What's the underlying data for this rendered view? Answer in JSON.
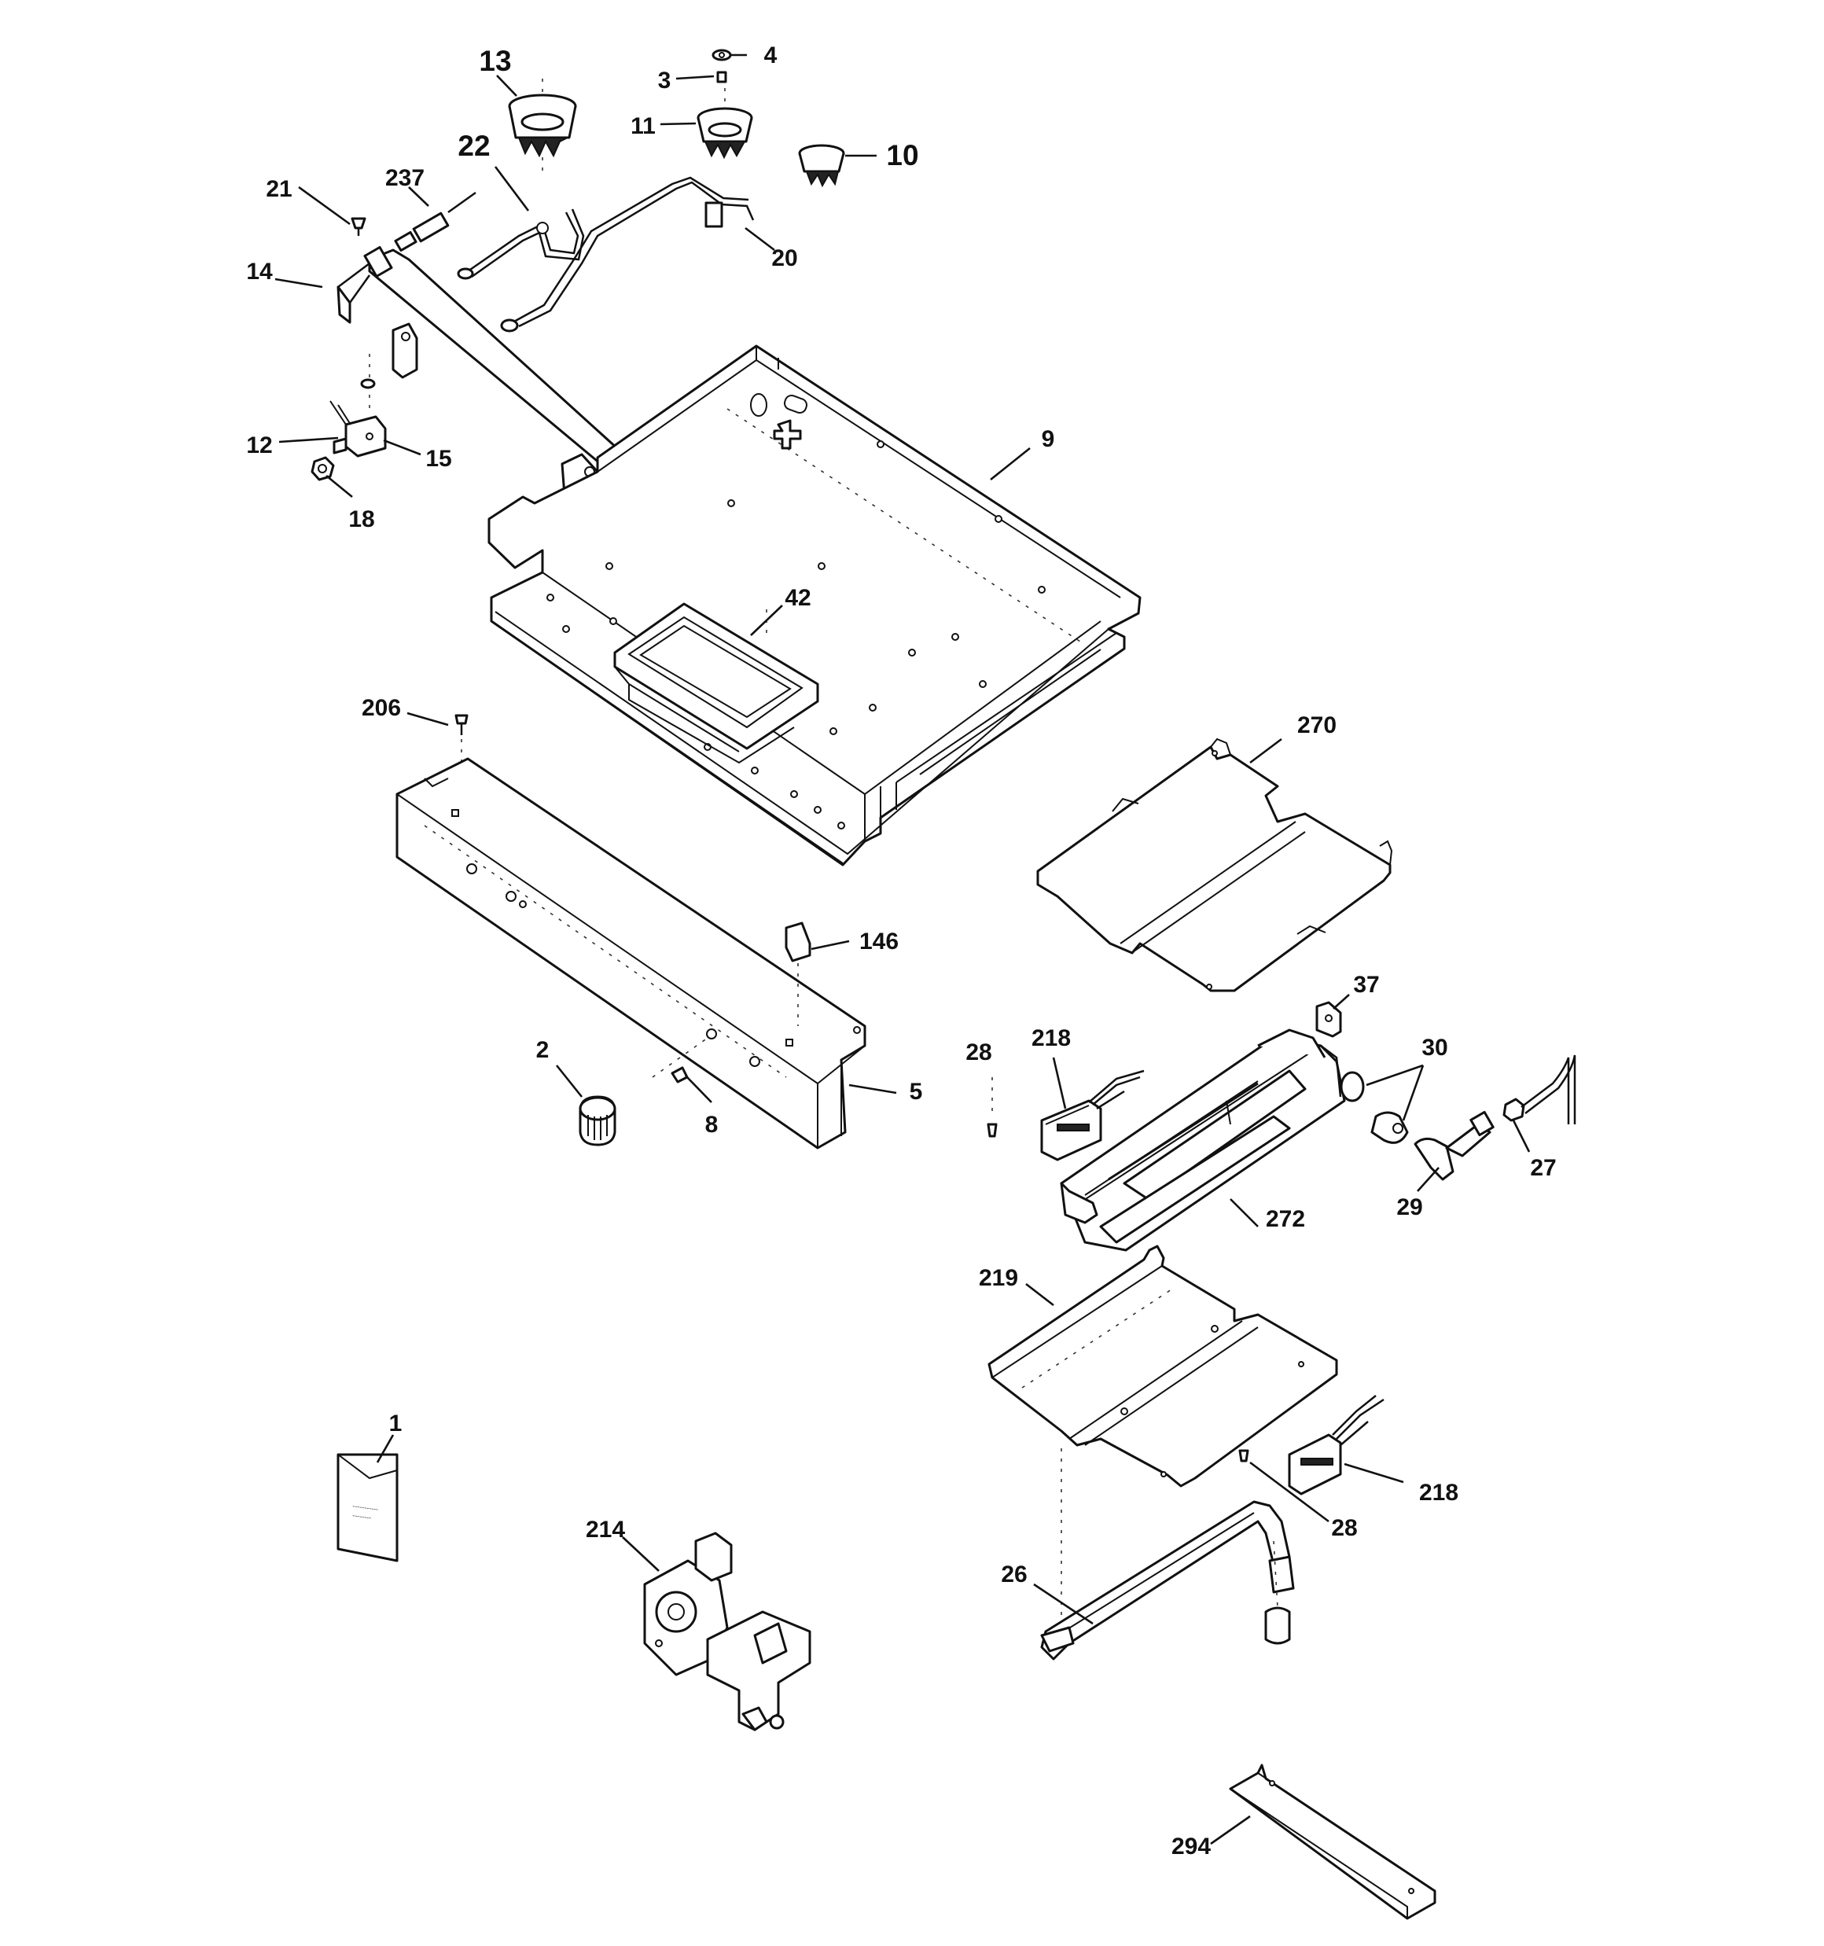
{
  "callouts": [
    {
      "id": "c1",
      "text": "1"
    },
    {
      "id": "c2",
      "text": "2"
    },
    {
      "id": "c3",
      "text": "3"
    },
    {
      "id": "c4",
      "text": "4"
    },
    {
      "id": "c5",
      "text": "5"
    },
    {
      "id": "c8",
      "text": "8"
    },
    {
      "id": "c9",
      "text": "9"
    },
    {
      "id": "c10",
      "text": "10"
    },
    {
      "id": "c11",
      "text": "11"
    },
    {
      "id": "c12",
      "text": "12"
    },
    {
      "id": "c13",
      "text": "13"
    },
    {
      "id": "c14",
      "text": "14"
    },
    {
      "id": "c15",
      "text": "15"
    },
    {
      "id": "c18",
      "text": "18"
    },
    {
      "id": "c20",
      "text": "20"
    },
    {
      "id": "c21",
      "text": "21"
    },
    {
      "id": "c22",
      "text": "22"
    },
    {
      "id": "c26",
      "text": "26"
    },
    {
      "id": "c27",
      "text": "27"
    },
    {
      "id": "c28a",
      "text": "28"
    },
    {
      "id": "c28b",
      "text": "28"
    },
    {
      "id": "c29",
      "text": "29"
    },
    {
      "id": "c30",
      "text": "30"
    },
    {
      "id": "c37",
      "text": "37"
    },
    {
      "id": "c42",
      "text": "42"
    },
    {
      "id": "c146",
      "text": "146"
    },
    {
      "id": "c206",
      "text": "206"
    },
    {
      "id": "c214",
      "text": "214"
    },
    {
      "id": "c218a",
      "text": "218"
    },
    {
      "id": "c218b",
      "text": "218"
    },
    {
      "id": "c219",
      "text": "219"
    },
    {
      "id": "c237",
      "text": "237"
    },
    {
      "id": "c270",
      "text": "270"
    },
    {
      "id": "c272",
      "text": "272"
    },
    {
      "id": "c294",
      "text": "294"
    }
  ]
}
